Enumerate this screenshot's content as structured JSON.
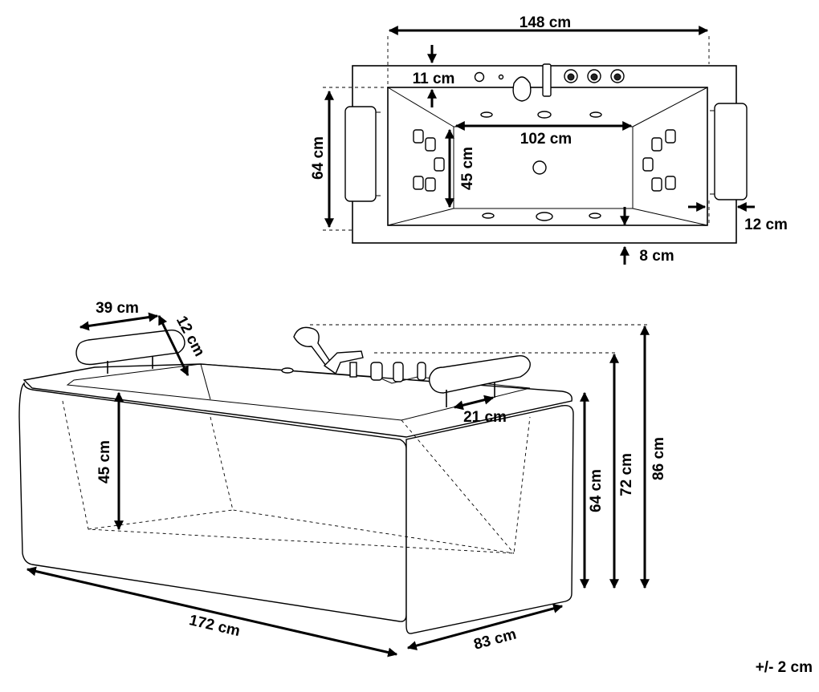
{
  "top_view": {
    "total_length": "148 cm",
    "inner_length": "102 cm",
    "total_width": "64 cm",
    "inner_width": "45 cm",
    "rim_back": "11 cm",
    "rim_front": "8 cm",
    "rim_side": "12 cm"
  },
  "side_view": {
    "pillow_length": "39 cm",
    "pillow_depth": "12 cm",
    "pillow_offset": "21 cm",
    "inner_depth": "45 cm",
    "total_length": "172 cm",
    "total_width": "83 cm",
    "body_height": "64 cm",
    "rim_height": "72 cm",
    "max_height": "86 cm"
  },
  "tolerance": "+/- 2 cm"
}
